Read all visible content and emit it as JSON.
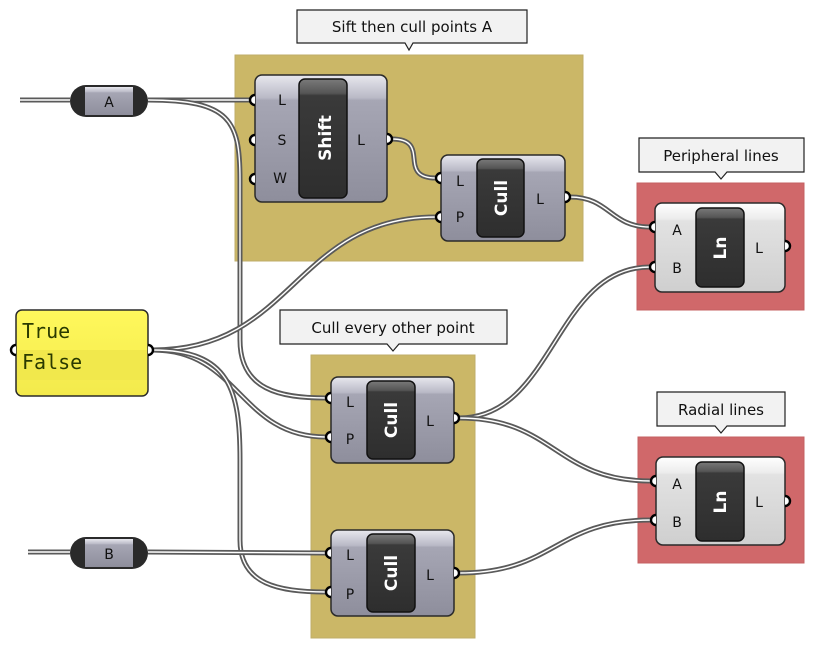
{
  "groups": [
    {
      "id": "sift",
      "label": "Sift then cull points A",
      "color": "#cbb767"
    },
    {
      "id": "cull-every",
      "label": "Cull every other point",
      "color": "#cbb767"
    },
    {
      "id": "peripheral",
      "label": "Peripheral lines",
      "color": "#d0686a"
    },
    {
      "id": "radial",
      "label": "Radial lines",
      "color": "#d0686a"
    }
  ],
  "params": {
    "a": {
      "label": "A"
    },
    "b": {
      "label": "B"
    }
  },
  "boolean_panel": {
    "lines": [
      "True",
      "False"
    ],
    "color": "#fff75a"
  },
  "components": {
    "shift": {
      "name": "Shift",
      "inputs": [
        "L",
        "S",
        "W"
      ],
      "outputs": [
        "L"
      ]
    },
    "cull_top": {
      "name": "Cull",
      "inputs": [
        "L",
        "P"
      ],
      "outputs": [
        "L"
      ]
    },
    "cull_mid": {
      "name": "Cull",
      "inputs": [
        "L",
        "P"
      ],
      "outputs": [
        "L"
      ]
    },
    "cull_bot": {
      "name": "Cull",
      "inputs": [
        "L",
        "P"
      ],
      "outputs": [
        "L"
      ]
    },
    "ln_top": {
      "name": "Ln",
      "inputs": [
        "A",
        "B"
      ],
      "outputs": [
        "L"
      ]
    },
    "ln_bot": {
      "name": "Ln",
      "inputs": [
        "A",
        "B"
      ],
      "outputs": [
        "L"
      ]
    }
  },
  "colors": {
    "component_grey": "#a3a3b0",
    "component_light": "#e4e4e4",
    "wire": "#5a5a5a"
  }
}
